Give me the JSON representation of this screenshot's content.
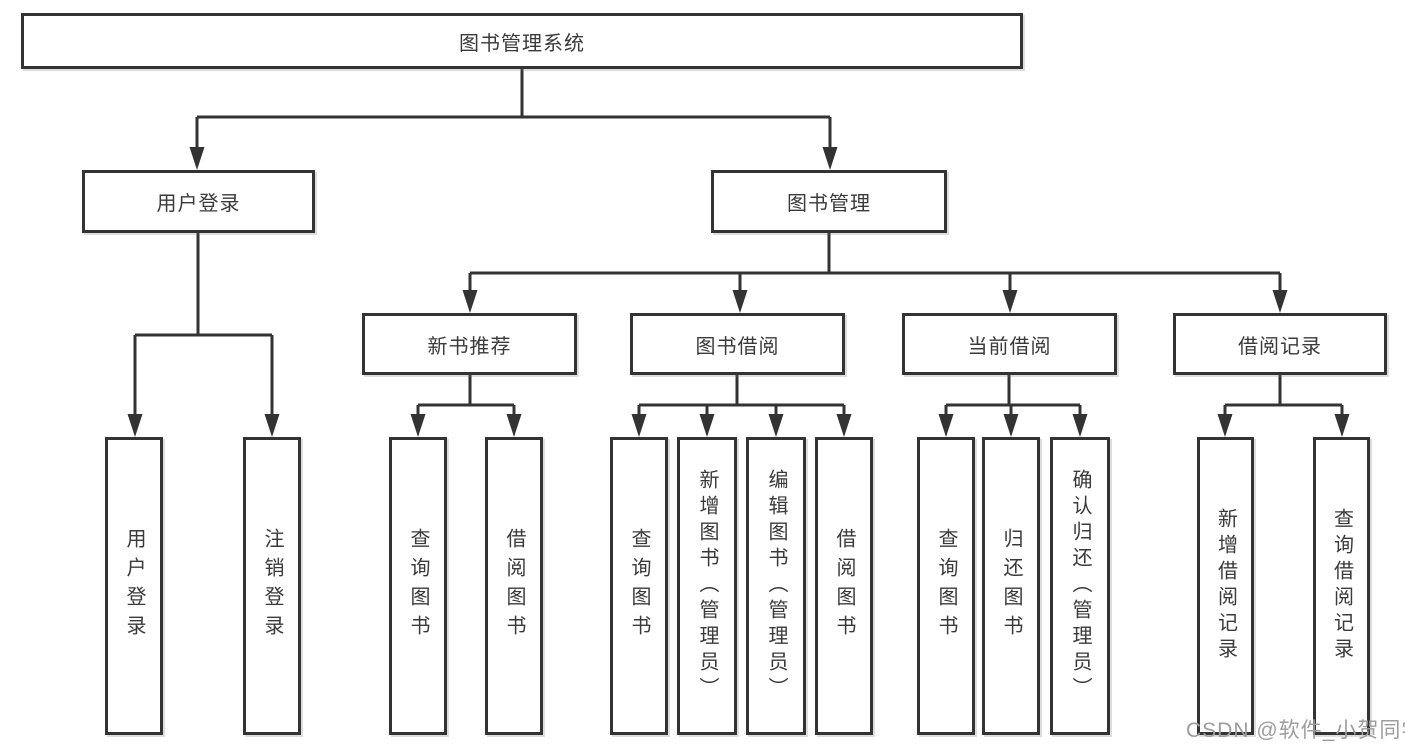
{
  "diagram": {
    "type": "hierarchy-tree",
    "colors": {
      "line": "#333333",
      "box_border": "#333333",
      "box_fill": "#ffffff",
      "text": "#3a3a3a",
      "watermark": "#9d9d9d",
      "background": "#ffffff"
    }
  },
  "tree": {
    "root": {
      "label": "图书管理系统"
    },
    "level2": [
      {
        "label": "用户登录"
      },
      {
        "label": "图书管理"
      }
    ],
    "level3": [
      {
        "label": "新书推荐",
        "parent": "图书管理"
      },
      {
        "label": "图书借阅",
        "parent": "图书管理"
      },
      {
        "label": "当前借阅",
        "parent": "图书管理"
      },
      {
        "label": "借阅记录",
        "parent": "图书管理"
      }
    ],
    "leaves": {
      "user_login": [
        {
          "label": "用户登录"
        },
        {
          "label": "注销登录"
        }
      ],
      "new_book": [
        {
          "label": "查询图书"
        },
        {
          "label": "借阅图书"
        }
      ],
      "book_borrow": [
        {
          "label": "查询图书"
        },
        {
          "label": "新增图书（管理员）"
        },
        {
          "label": "编辑图书（管理员）"
        },
        {
          "label": "借阅图书"
        }
      ],
      "current_borrow": [
        {
          "label": "查询图书"
        },
        {
          "label": "归还图书"
        },
        {
          "label": "确认归还（管理员）"
        }
      ],
      "borrow_record": [
        {
          "label": "新增借阅记录"
        },
        {
          "label": "查询借阅记录"
        }
      ]
    }
  },
  "watermark": {
    "text": "CSDN @软件_小贺同学"
  }
}
